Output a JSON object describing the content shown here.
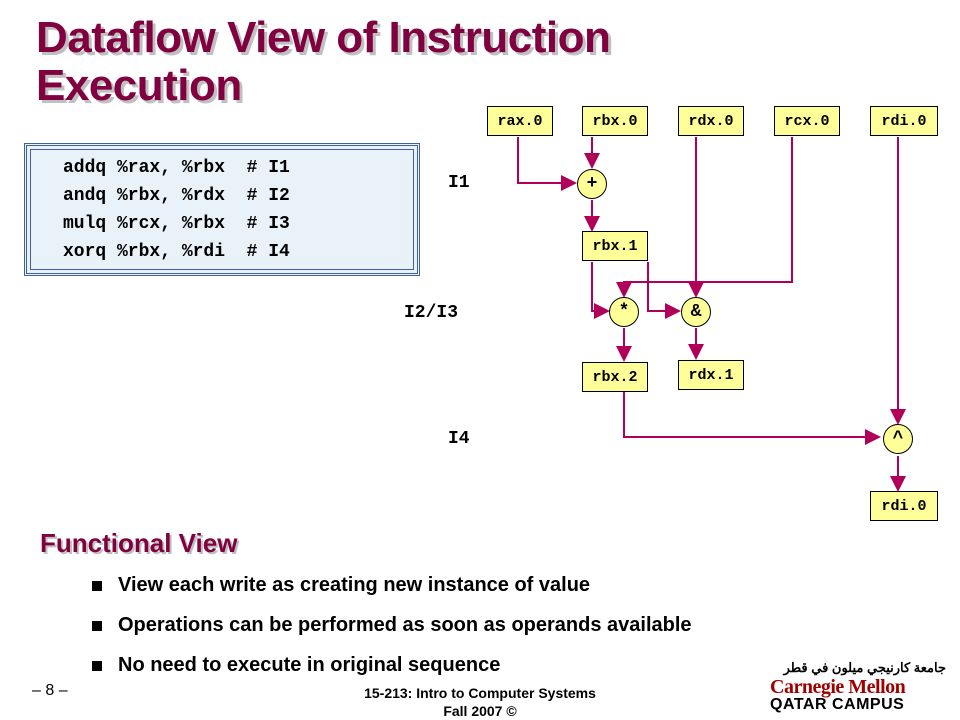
{
  "title": "Dataflow View of Instruction Execution",
  "code": [
    "addq %rax, %rbx  # I1",
    "andq %rbx, %rdx  # I2",
    "mulq %rcx, %rbx  # I3",
    "xorq %rbx, %rdi  # I4"
  ],
  "labels": {
    "i1": "I1",
    "i23": "I2/I3",
    "i4": "I4"
  },
  "registers": {
    "rax0": "rax.0",
    "rbx0": "rbx.0",
    "rdx0": "rdx.0",
    "rcx0": "rcx.0",
    "rdi0": "rdi.0",
    "rbx1": "rbx.1",
    "rbx2": "rbx.2",
    "rdx1": "rdx.1",
    "rdi_out": "rdi.0"
  },
  "ops": {
    "add": "+",
    "mul": "*",
    "and": "&",
    "xor": "^"
  },
  "colors": {
    "wire": "#b0005a",
    "title": "#800040",
    "node": "#ffff99"
  },
  "section_title": "Functional View",
  "bullets": [
    "View each write as creating new instance of value",
    "Operations can be performed as soon as operands available",
    "No need to execute in original sequence"
  ],
  "page_number": "– 8 –",
  "footer": {
    "course": "15-213: Intro to Computer Systems",
    "term": "Fall 2007 ©"
  },
  "logo": {
    "arabic": "جامعة كارنيجي ميلون في قطر",
    "name": "Carnegie Mellon",
    "campus": "QATAR CAMPUS"
  }
}
